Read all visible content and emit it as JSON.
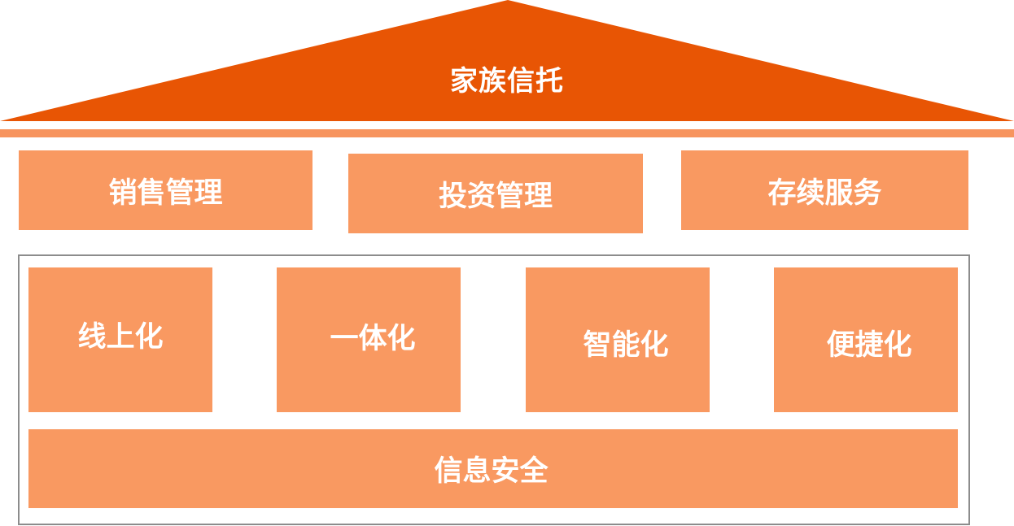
{
  "roof": {
    "label": "家族信托",
    "color": "#e85504"
  },
  "management": [
    {
      "label": "销售管理"
    },
    {
      "label": "投资管理"
    },
    {
      "label": "存续服务"
    }
  ],
  "pillars": [
    {
      "label": "线上化"
    },
    {
      "label": "一体化"
    },
    {
      "label": "智能化"
    },
    {
      "label": "便捷化"
    }
  ],
  "foundation": {
    "label": "信息安全"
  },
  "colors": {
    "roof": "#e85504",
    "beam": "#f7945e",
    "block": "#f99961",
    "text": "#ffffff",
    "frame_border": "#8c8c8c"
  }
}
